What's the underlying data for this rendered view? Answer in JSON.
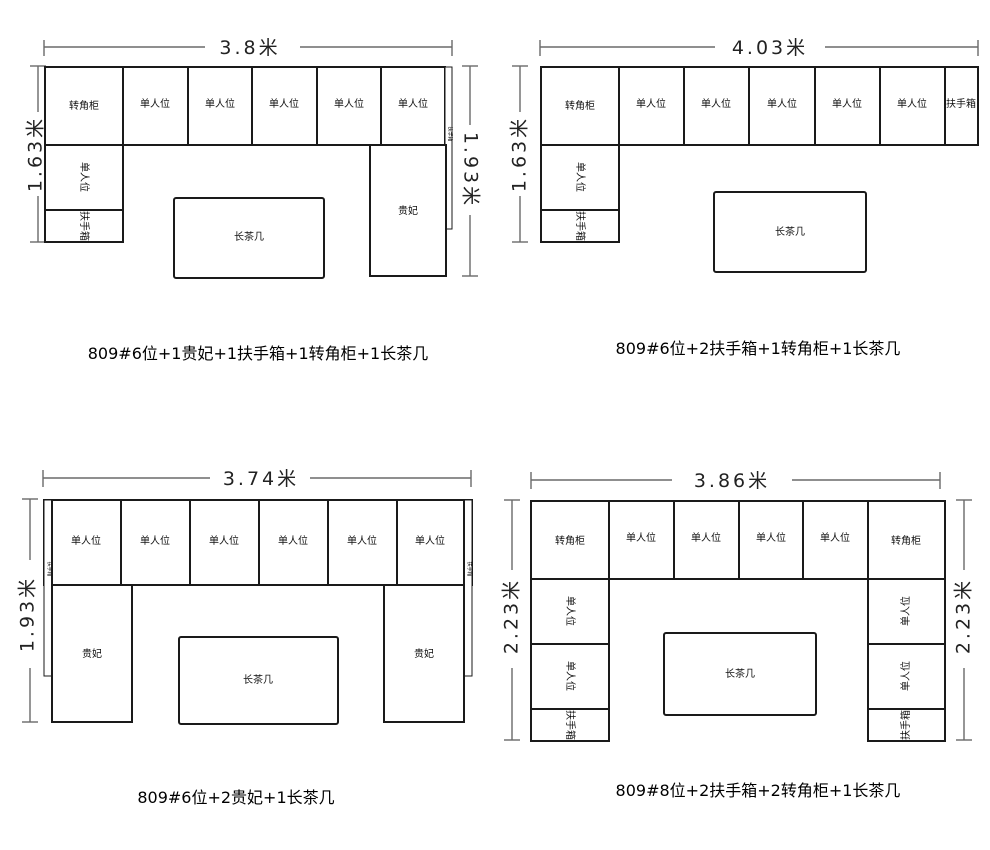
{
  "labels": {
    "corner": "转角柜",
    "single": "单人位",
    "armbox": "扶手箱",
    "chaise": "贵妃",
    "table": "长茶几",
    "armside": "扶手箱",
    "inv_single": "单人位",
    "inv_armbox": "扶手箱"
  },
  "diagrams": [
    {
      "id": "d1",
      "width_dim": "3.8米",
      "left_dim": "1.63米",
      "right_dim": "1.93米",
      "caption": "809#6位+1贵妃+1扶手箱+1转角柜+1长茶几"
    },
    {
      "id": "d2",
      "width_dim": "4.03米",
      "left_dim": "1.63米",
      "caption": "809#6位+2扶手箱+1转角柜+1长茶几"
    },
    {
      "id": "d3",
      "width_dim": "3.74米",
      "left_dim": "1.93米",
      "caption": "809#6位+2贵妃+1长茶几"
    },
    {
      "id": "d4",
      "width_dim": "3.86米",
      "left_dim": "2.23米",
      "right_dim": "2.23米",
      "caption": "809#8位+2扶手箱+2转角柜+1长茶几"
    }
  ]
}
